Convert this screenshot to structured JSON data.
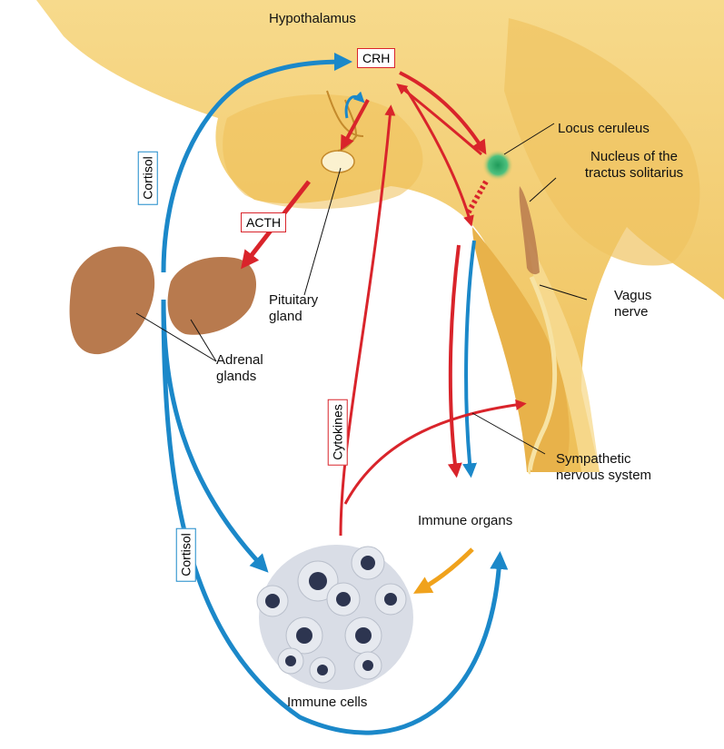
{
  "labels": {
    "hypothalamus": "Hypothalamus",
    "crh": "CRH",
    "acth": "ACTH",
    "cortisol_top": "Cortisol",
    "cortisol_bottom": "Cortisol",
    "cytokines": "Cytokines",
    "locus_ceruleus": "Locus  ceruleus",
    "nucleus_line1": "Nucleus of the",
    "nucleus_line2": "tractus solitarius",
    "pituitary_line1": "Pituitary",
    "pituitary_line2": "gland",
    "adrenal_line1": "Adrenal",
    "adrenal_line2": "glands",
    "vagus_line1": "Vagus",
    "vagus_line2": "nerve",
    "sympathetic_line1": "Sympathetic",
    "sympathetic_line2": "nervous system",
    "immune_organs": "Immune organs",
    "immune_cells": "Immune cells"
  },
  "colors": {
    "brain": "#f2c96a",
    "brain_shadow": "#d9a440",
    "red_arrow": "#d9242b",
    "blue_arrow": "#1b88c9",
    "adrenal": "#b87a4e",
    "locus": "#2fa36a",
    "orange_arrow": "#f0a21c"
  }
}
